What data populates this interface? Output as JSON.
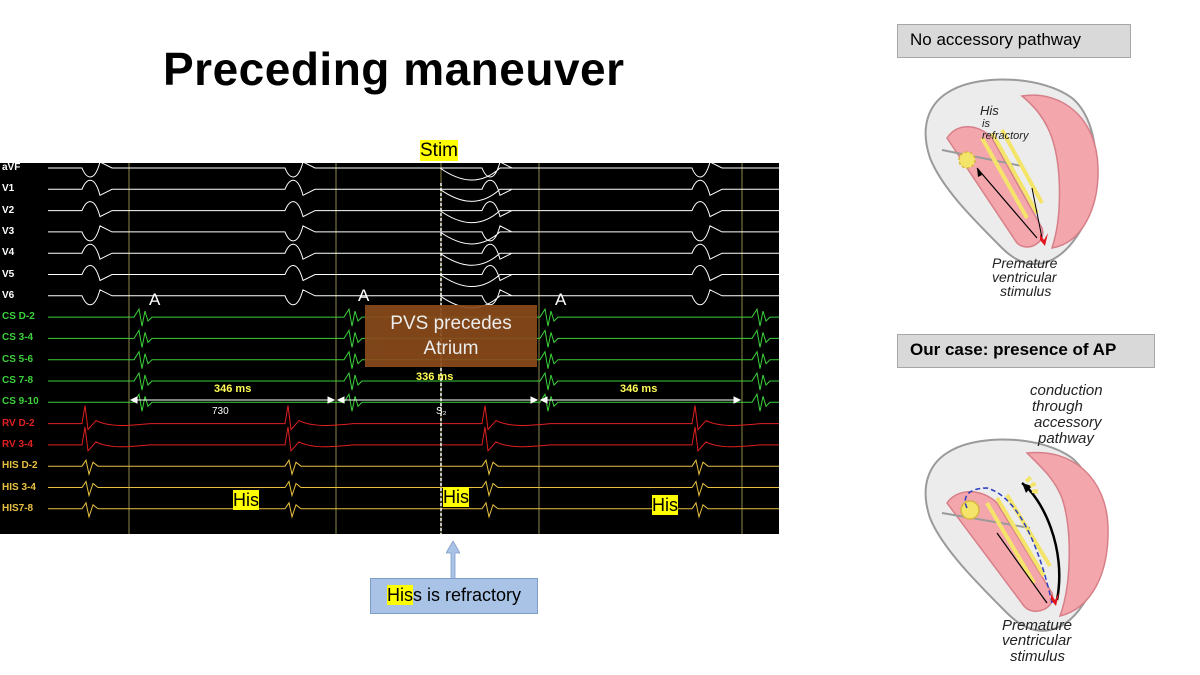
{
  "slide": {
    "title": "Preceding maneuver",
    "stim_label": "Stim",
    "pvs_box": {
      "line1": "PVS precedes",
      "line2": "Atrium"
    },
    "refractory_callout": {
      "prefix": "His",
      "suffix": "s is refractory"
    },
    "his_tags": [
      "His",
      "His",
      "His"
    ]
  },
  "ecg": {
    "leads": [
      {
        "name": "aVF",
        "color": "#ffffff"
      },
      {
        "name": "V1",
        "color": "#ffffff"
      },
      {
        "name": "V2",
        "color": "#ffffff"
      },
      {
        "name": "V3",
        "color": "#ffffff"
      },
      {
        "name": "V4",
        "color": "#ffffff"
      },
      {
        "name": "V5",
        "color": "#ffffff"
      },
      {
        "name": "V6",
        "color": "#ffffff"
      },
      {
        "name": "CS D-2",
        "color": "#3bd13b"
      },
      {
        "name": "CS 3-4",
        "color": "#3bd13b"
      },
      {
        "name": "CS 5-6",
        "color": "#3bd13b"
      },
      {
        "name": "CS 7-8",
        "color": "#3bd13b"
      },
      {
        "name": "CS 9-10",
        "color": "#3bd13b"
      },
      {
        "name": "RV D-2",
        "color": "#e02020"
      },
      {
        "name": "RV 3-4",
        "color": "#e02020"
      },
      {
        "name": "HIS D-2",
        "color": "#e8c040"
      },
      {
        "name": "HIS 3-4",
        "color": "#e8c040"
      },
      {
        "name": "HIS7-8",
        "color": "#e8c040"
      }
    ],
    "a_labels": [
      "A",
      "A",
      "A"
    ],
    "intervals": [
      "346 ms",
      "336 ms",
      "346 ms"
    ],
    "cycle_label": "730",
    "s_label": "S₂"
  },
  "right_panel": {
    "top_label": "No accessory pathway",
    "bottom_label": "Our case: presence of AP",
    "top_diagram": {
      "his_note": [
        "His",
        "is",
        "refractory"
      ],
      "stim_note": [
        "Premature",
        "ventricular",
        "stimulus"
      ]
    },
    "bottom_diagram": {
      "ap_note": [
        "conduction",
        "through",
        "accessory",
        "pathway"
      ],
      "stim_note": [
        "Premature",
        "ventricular",
        "stimulus"
      ]
    }
  },
  "colors": {
    "highlight": "#ffff00",
    "pvs_box": "#8a4b1c",
    "callout": "#a9c3e6",
    "heart_pink": "#f4a6ad",
    "conduction_yellow": "#f4e46a"
  }
}
